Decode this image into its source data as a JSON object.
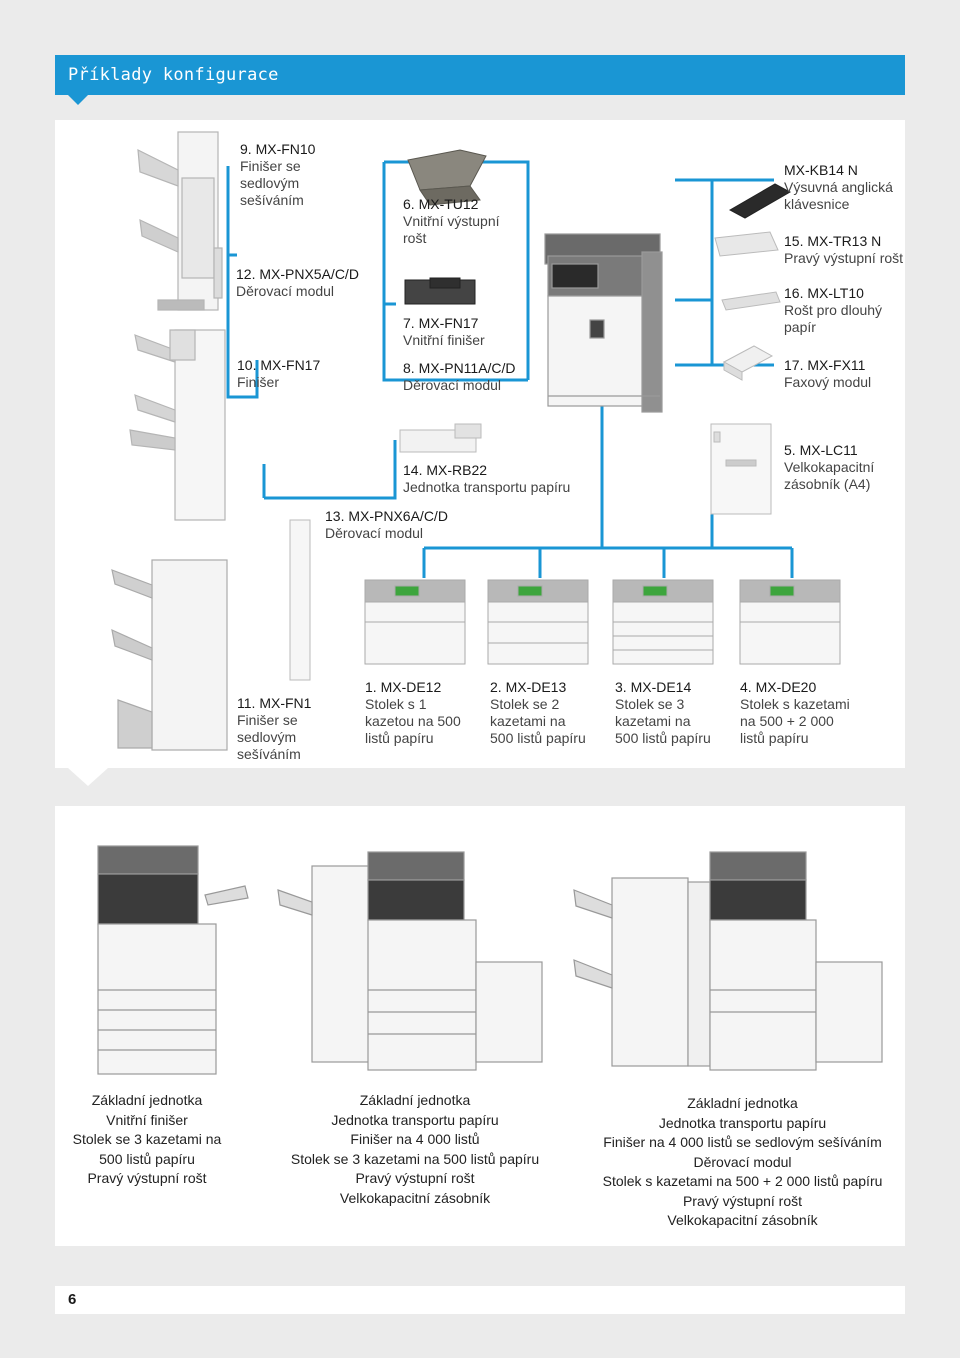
{
  "header": {
    "title": "Příklady konfigurace"
  },
  "options": [
    {
      "num": "9. MX-FN10",
      "desc": [
        "Finišer se",
        "sedlovým",
        "sešíváním"
      ]
    },
    {
      "num": "12. MX-PNX5A/C/D",
      "desc": [
        "Děrovací modul"
      ]
    },
    {
      "num": "10. MX-FN17",
      "desc": [
        "Finišer"
      ]
    },
    {
      "num": "6. MX-TU12",
      "desc": [
        "Vnitřní výstupní",
        "rošt"
      ]
    },
    {
      "num": "7. MX-FN17",
      "desc": [
        "Vnitřní finišer"
      ]
    },
    {
      "num": "8. MX-PN11A/C/D",
      "desc": [
        "Děrovací modul"
      ]
    },
    {
      "num": "MX-KB14 N",
      "desc": [
        "Výsuvná anglická",
        "klávesnice"
      ]
    },
    {
      "num": "15. MX-TR13 N",
      "desc": [
        "Pravý výstupní rošt"
      ]
    },
    {
      "num": "16. MX-LT10",
      "desc": [
        "Rošt pro dlouhý",
        "papír"
      ]
    },
    {
      "num": "17. MX-FX11",
      "desc": [
        "Faxový modul"
      ]
    },
    {
      "num": "14. MX-RB22",
      "desc": [
        "Jednotka transportu papíru"
      ]
    },
    {
      "num": "5. MX-LC11",
      "desc": [
        "Velkokapacitní",
        "zásobník (A4)"
      ]
    },
    {
      "num": "13. MX-PNX6A/C/D",
      "desc": [
        "Děrovací modul"
      ]
    },
    {
      "num": "11. MX-FN1",
      "desc": [
        "Finišer se",
        "sedlovým",
        "sešíváním"
      ]
    },
    {
      "num": "1. MX-DE12",
      "desc": [
        "Stolek s 1",
        "kazetou na 500",
        "listů papíru"
      ]
    },
    {
      "num": "2. MX-DE13",
      "desc": [
        "Stolek se 2",
        "kazetami na",
        "500 listů papíru"
      ]
    },
    {
      "num": "3. MX-DE14",
      "desc": [
        "Stolek se 3",
        "kazetami na",
        "500 listů papíru"
      ]
    },
    {
      "num": "4. MX-DE20",
      "desc": [
        "Stolek s kazetami",
        "na 500 + 2 000",
        "listů papíru"
      ]
    }
  ],
  "configurations": [
    {
      "lines": [
        "Základní jednotka",
        "Vnitřní finišer",
        "Stolek se 3 kazetami na",
        "500 listů papíru",
        "Pravý výstupní rošt"
      ]
    },
    {
      "lines": [
        "Základní jednotka",
        "Jednotka transportu papíru",
        "Finišer na 4 000 listů",
        "Stolek se 3 kazetami na 500 listů papíru",
        "Pravý výstupní rošt",
        "Velkokapacitní zásobník"
      ]
    },
    {
      "lines": [
        "Základní jednotka",
        "Jednotka transportu papíru",
        "Finišer na 4 000 listů se sedlovým sešíváním",
        "Děrovací modul",
        "Stolek s kazetami na 500 + 2 000 listů papíru",
        "Pravý výstupní rošt",
        "Velkokapacitní zásobník"
      ]
    }
  ],
  "page": {
    "number": "6"
  },
  "colors": {
    "accent": "#1a96d4",
    "line": "#1a96d4",
    "panel": "#ffffff",
    "background": "#ebebeb"
  }
}
